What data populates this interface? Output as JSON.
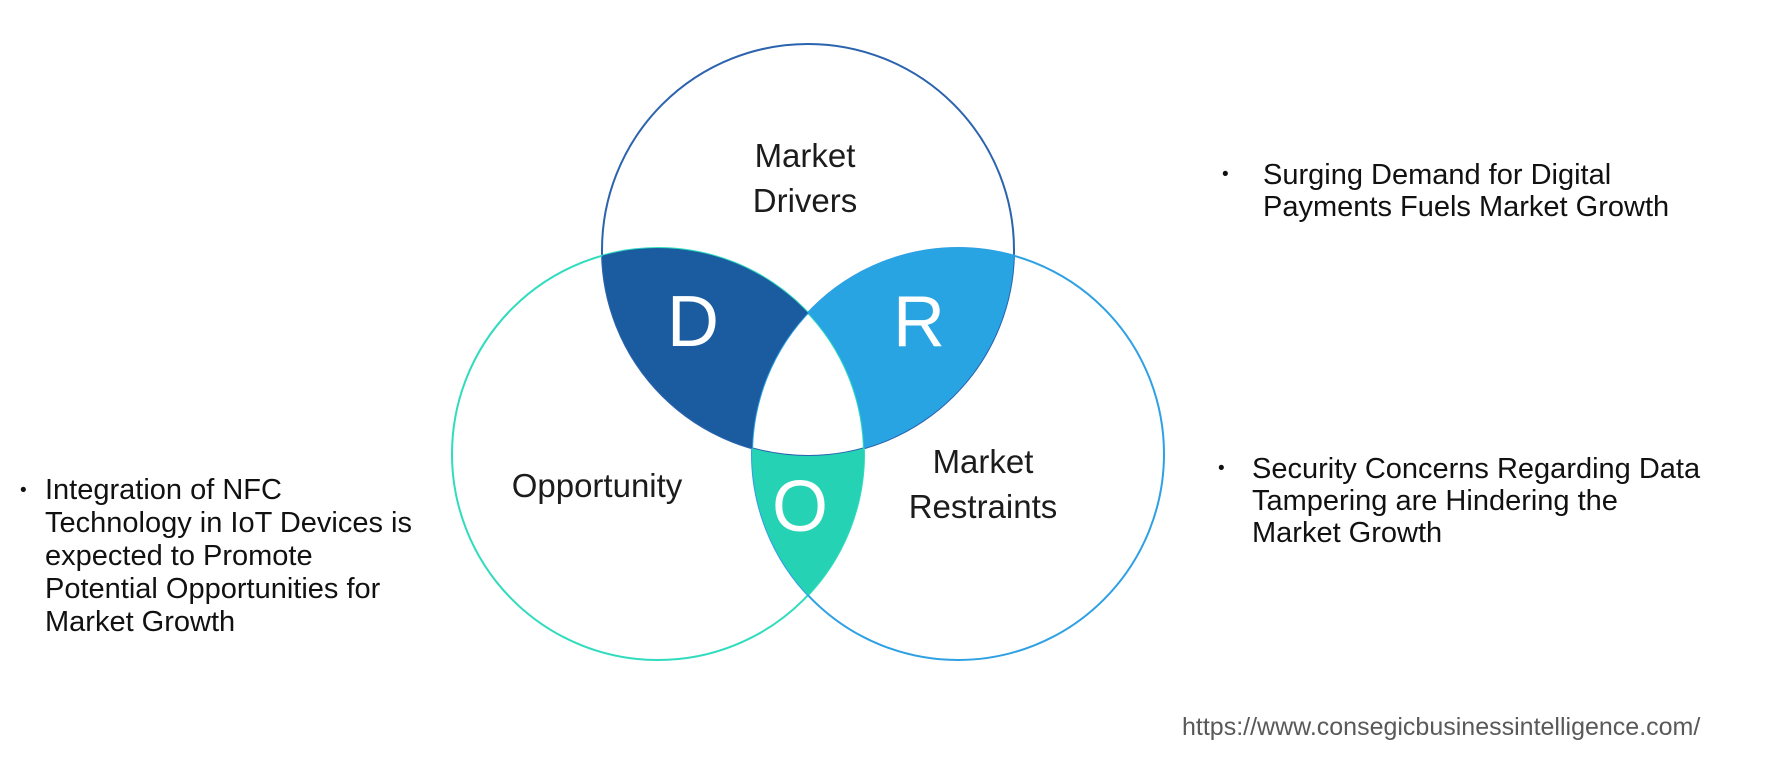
{
  "venn": {
    "drivers": {
      "label": "Market Drivers",
      "letter": "D"
    },
    "opportunity": {
      "label": "Opportunity",
      "letter": "O"
    },
    "restraints": {
      "label": "Market Restraints",
      "letter": "R"
    }
  },
  "bullets": {
    "left": {
      "lines": [
        "Integration of NFC",
        "Technology in IoT Devices is",
        "expected to Promote",
        "Potential Opportunities for",
        "Market Growth"
      ]
    },
    "right_top": {
      "lines": [
        "Surging Demand for Digital",
        "Payments Fuels Market Growth"
      ]
    },
    "right_bottom": {
      "lines": [
        "Security Concerns Regarding Data",
        "Tampering are Hindering the",
        "Market Growth"
      ]
    }
  },
  "bullet_char": "•",
  "footer": {
    "url": "https://www.consegicbusinessintelligence.com/"
  },
  "colors": {
    "d_lens": "#1B5CA0",
    "r_lens": "#29A4E3",
    "o_lens": "#25D2B3",
    "drivers_outline": "#2B63AE",
    "opportunity_outline": "#30DCBD",
    "restraints_outline": "#2EA0E4",
    "label_text": "#1C1C1C",
    "bullet_text": "#111111",
    "letter_text": "#FFFFFF",
    "url_text": "#595959"
  }
}
